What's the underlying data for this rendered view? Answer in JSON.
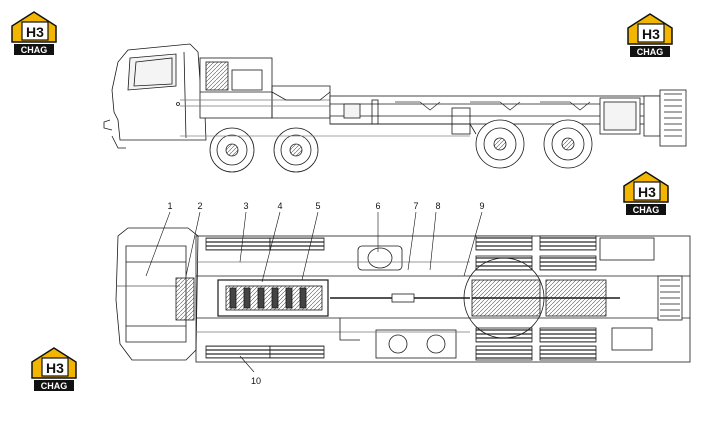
{
  "logo": {
    "mark_text": "H3",
    "sub_text": "CHAG",
    "brand_yellow": "#f2b600",
    "ink": "#111111"
  },
  "callouts": [
    {
      "label": "1"
    },
    {
      "label": "2"
    },
    {
      "label": "3"
    },
    {
      "label": "4"
    },
    {
      "label": "5"
    },
    {
      "label": "6"
    },
    {
      "label": "7"
    },
    {
      "label": "8"
    },
    {
      "label": "9"
    },
    {
      "label": "10"
    }
  ],
  "colors": {
    "line": "#1a1a1a",
    "light": "#9a9a9a",
    "fill": "#f4f4f4",
    "dark_fill": "#3a3a3a"
  }
}
